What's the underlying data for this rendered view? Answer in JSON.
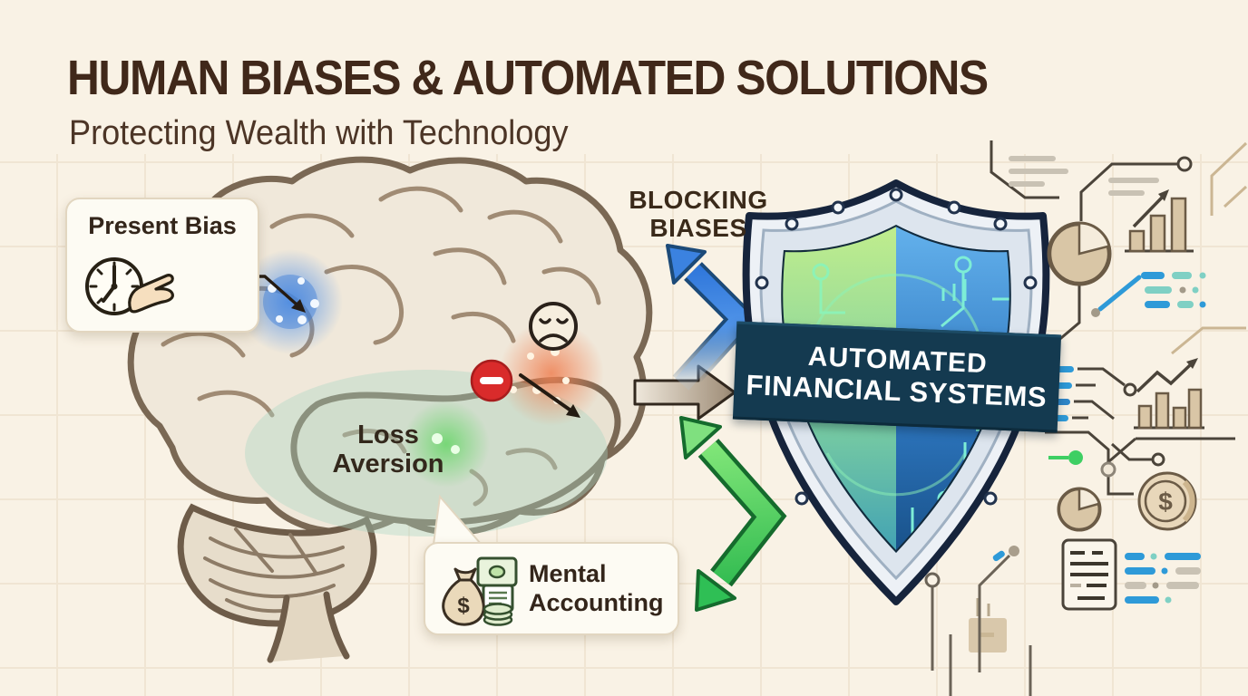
{
  "header": {
    "title": "HUMAN BIASES & AUTOMATED SOLUTIONS",
    "subtitle": "Protecting Wealth with Technology"
  },
  "bias_labels": {
    "present_bias": "Present Bias",
    "loss_line1": "Loss",
    "loss_line2": "Aversion",
    "mental_line1": "Mental",
    "mental_line2": "Accounting"
  },
  "flow": {
    "blocking_line1": "BLOCKING",
    "blocking_line2": "BIASES"
  },
  "shield": {
    "banner_line1": "AUTOMATED",
    "banner_line2": "FINANCIAL SYSTEMS"
  },
  "glyphs": {
    "dollar": "$"
  },
  "icons": [
    "clock-hand-icon",
    "money-bag-icon",
    "sad-face-icon",
    "minus-icon",
    "shield-icon",
    "pie-chart-icon",
    "bar-chart-icon",
    "trend-arrow-icon",
    "dollar-coin-icon",
    "document-icon",
    "data-dashes",
    "chip-icon",
    "circuit-trace"
  ],
  "colors": {
    "background": "#f9f2e5",
    "grid": "#e9dcc5",
    "title": "#40281a",
    "brain_fill": "#f0e8da",
    "brain_outline": "#7a6854",
    "glow_blue": "#4d8fe8",
    "glow_red": "#ef8052",
    "glow_green": "#6ed66e",
    "arrow_blue": "#2a72d8",
    "arrow_green": "#2cb84e",
    "arrow_gray": "#9c8a74",
    "shield_navy": "#16243c",
    "shield_green": "#7ed0a0",
    "shield_blue": "#2e77c0",
    "banner": "#143a50",
    "circuit_green": "#8df2b6",
    "tan": "#d9c6a6",
    "trace_dark": "#4b443a",
    "blue_dash": "#2e9ad8",
    "minus_red": "#d92b2b"
  }
}
